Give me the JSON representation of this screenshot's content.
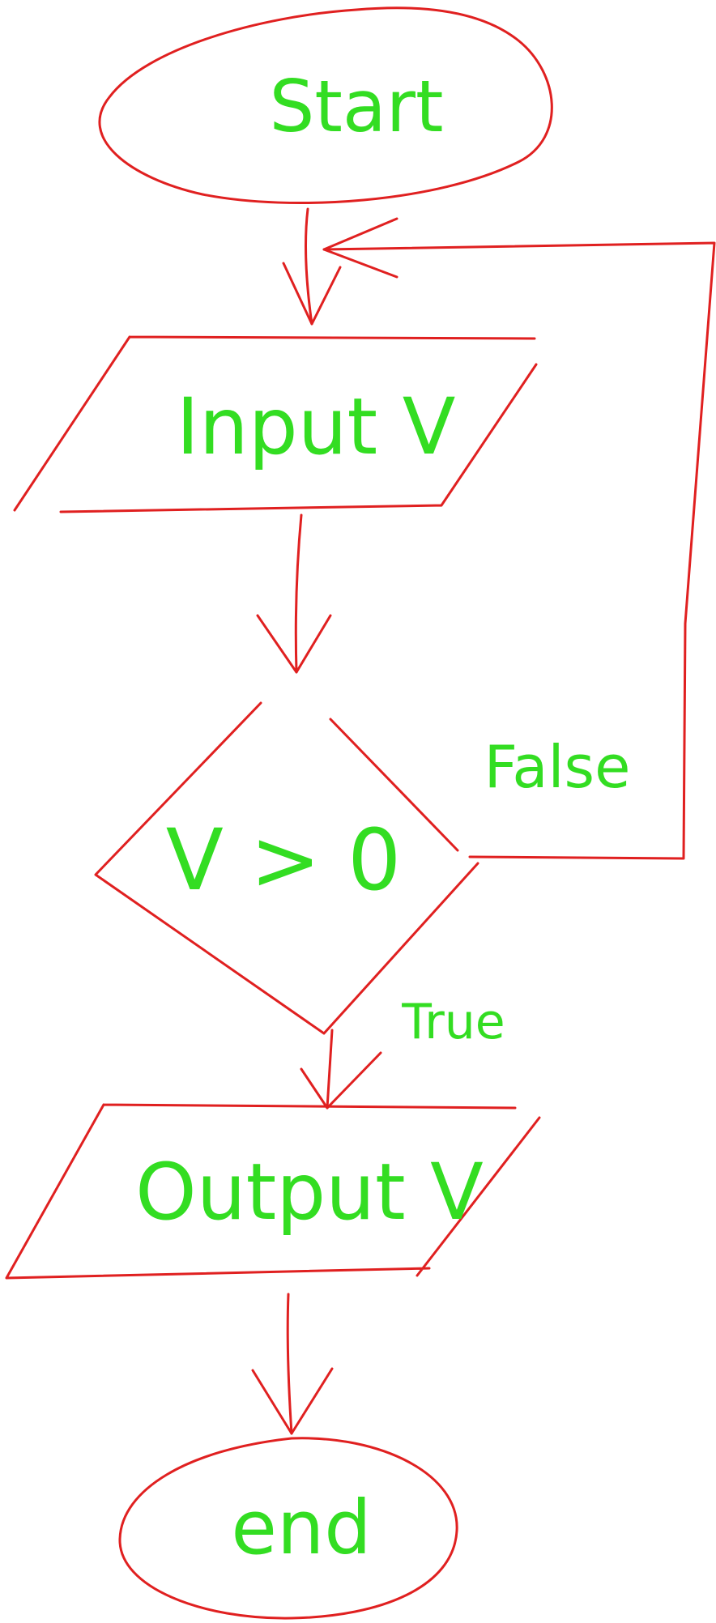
{
  "colors": {
    "shape_stroke": "#e02020",
    "label_text": "#33dd22",
    "background": "#ffffff"
  },
  "nodes": {
    "start": {
      "shape": "ellipse",
      "label": "Start"
    },
    "input": {
      "shape": "parallelogram",
      "label": "Input V"
    },
    "decision": {
      "shape": "diamond",
      "label": "V > 0"
    },
    "output": {
      "shape": "parallelogram",
      "label": "Output V"
    },
    "end": {
      "shape": "ellipse",
      "label": "end"
    }
  },
  "edges": {
    "false_label": "False",
    "true_label": "True"
  }
}
